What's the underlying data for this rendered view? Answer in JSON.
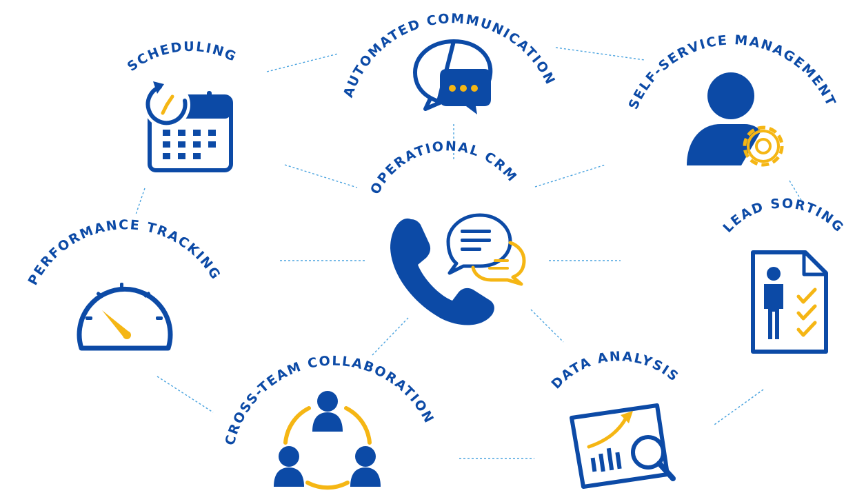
{
  "diagram": {
    "center": {
      "label": "OPERATIONAL CRM",
      "icon": "phone-chat-icon"
    },
    "nodes": [
      {
        "id": "scheduling",
        "label": "SCHEDULING",
        "icon": "calendar-clock-icon"
      },
      {
        "id": "automated-communication",
        "label": "AUTOMATED COMMUNICATION",
        "icon": "chat-bubbles-icon"
      },
      {
        "id": "self-service-management",
        "label": "SELF-SERVICE MANAGEMENT",
        "icon": "user-gear-icon"
      },
      {
        "id": "performance-tracking",
        "label": "PERFORMANCE TRACKING",
        "icon": "gauge-icon"
      },
      {
        "id": "lead-sorting",
        "label": "LEAD SORTING",
        "icon": "checklist-document-icon"
      },
      {
        "id": "cross-team-collaboration",
        "label": "CROSS-TEAM COLLABORATION",
        "icon": "team-cycle-icon"
      },
      {
        "id": "data-analysis",
        "label": "DATA ANALYSIS",
        "icon": "chart-magnifier-icon"
      }
    ]
  },
  "colors": {
    "primary": "#0c4aa6",
    "accent": "#f5b614",
    "connector": "#4aa3df"
  }
}
